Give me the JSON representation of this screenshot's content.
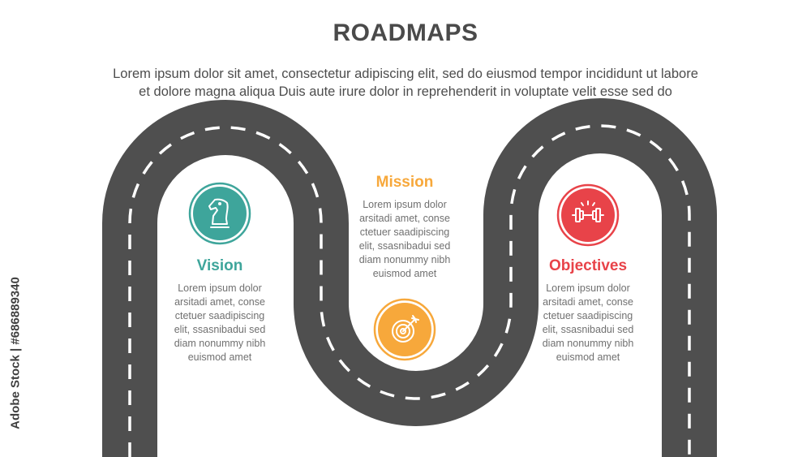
{
  "header": {
    "title": "ROADMAPS",
    "subtitle_lines": [
      "Lorem ipsum dolor sit amet, consectetur adipiscing elit, sed do eiusmod tempor incididunt ut labore",
      "et dolore magna aliqua Duis aute irure dolor in reprehenderit in voluptate velit esse sed do"
    ]
  },
  "colors": {
    "road": "#4f4f4f",
    "road_dash": "#ffffff",
    "vision": "#3ea59b",
    "mission": "#f7a83b",
    "objectives": "#e84349",
    "text": "#707070"
  },
  "steps": [
    {
      "title": "Vision",
      "icon": "chess-knight-icon",
      "color": "#3ea59b",
      "desc_lines": [
        "Lorem ipsum dolor",
        "arsitadi amet, conse",
        "ctetuer saadipiscing",
        "elit, ssasnibadui sed",
        "diam nonummy nibh",
        "euismod amet"
      ]
    },
    {
      "title": "Mission",
      "icon": "target-arrow-icon",
      "color": "#f7a83b",
      "desc_lines": [
        "Lorem ipsum dolor",
        "arsitadi amet, conse",
        "ctetuer saadipiscing",
        "elit, ssasnibadui sed",
        "diam nonummy nibh",
        "euismod amet"
      ]
    },
    {
      "title": "Objectives",
      "icon": "dumbbell-icon",
      "color": "#e84349",
      "desc_lines": [
        "Lorem ipsum dolor",
        "arsitadi amet, conse",
        "ctetuer saadipiscing",
        "elit, ssasnibadui sed",
        "diam nonummy nibh",
        "euismod amet"
      ]
    }
  ],
  "watermark": "Adobe Stock | #686889340"
}
